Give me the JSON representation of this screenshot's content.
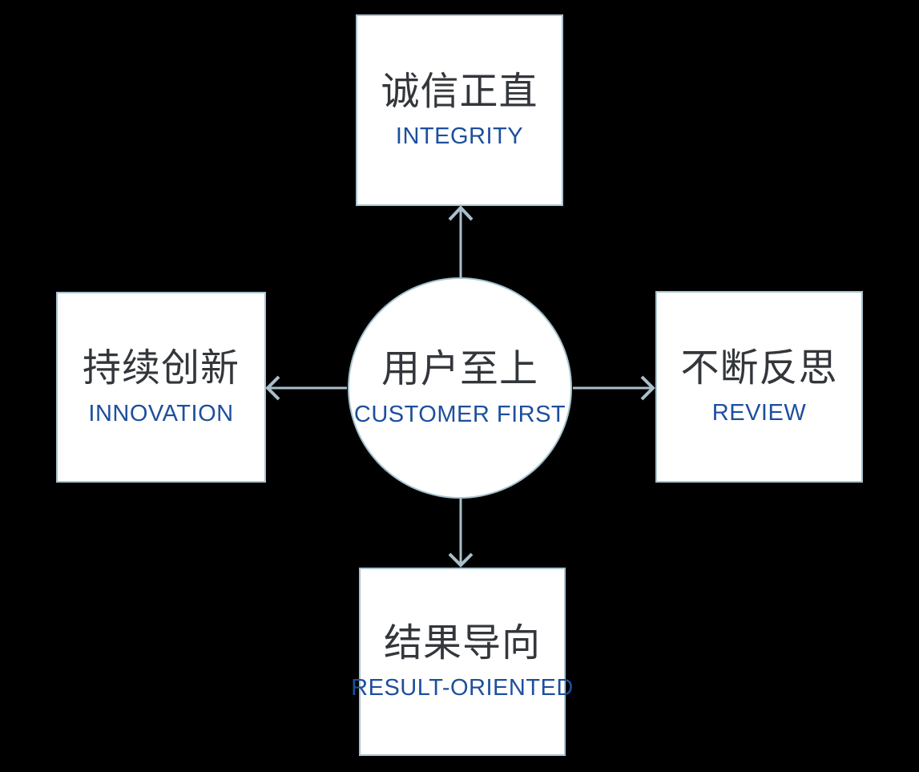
{
  "diagram": {
    "background_color": "#000000",
    "box_fill_color": "#ffffff",
    "box_border_color": "#a7c2cf",
    "arrow_color": "#a9bfcb",
    "zh_text_color": "#33373b",
    "en_text_color": "#1d4f9c",
    "center": {
      "zh": "用户至上",
      "en": "CUSTOMER FIRST"
    },
    "nodes": {
      "top": {
        "zh": "诚信正直",
        "en": "INTEGRITY"
      },
      "left": {
        "zh": "持续创新",
        "en": "INNOVATION"
      },
      "right": {
        "zh": "不断反思",
        "en": "REVIEW"
      },
      "bottom": {
        "zh": "结果导向",
        "en": "RESULT-ORIENTED"
      }
    }
  }
}
